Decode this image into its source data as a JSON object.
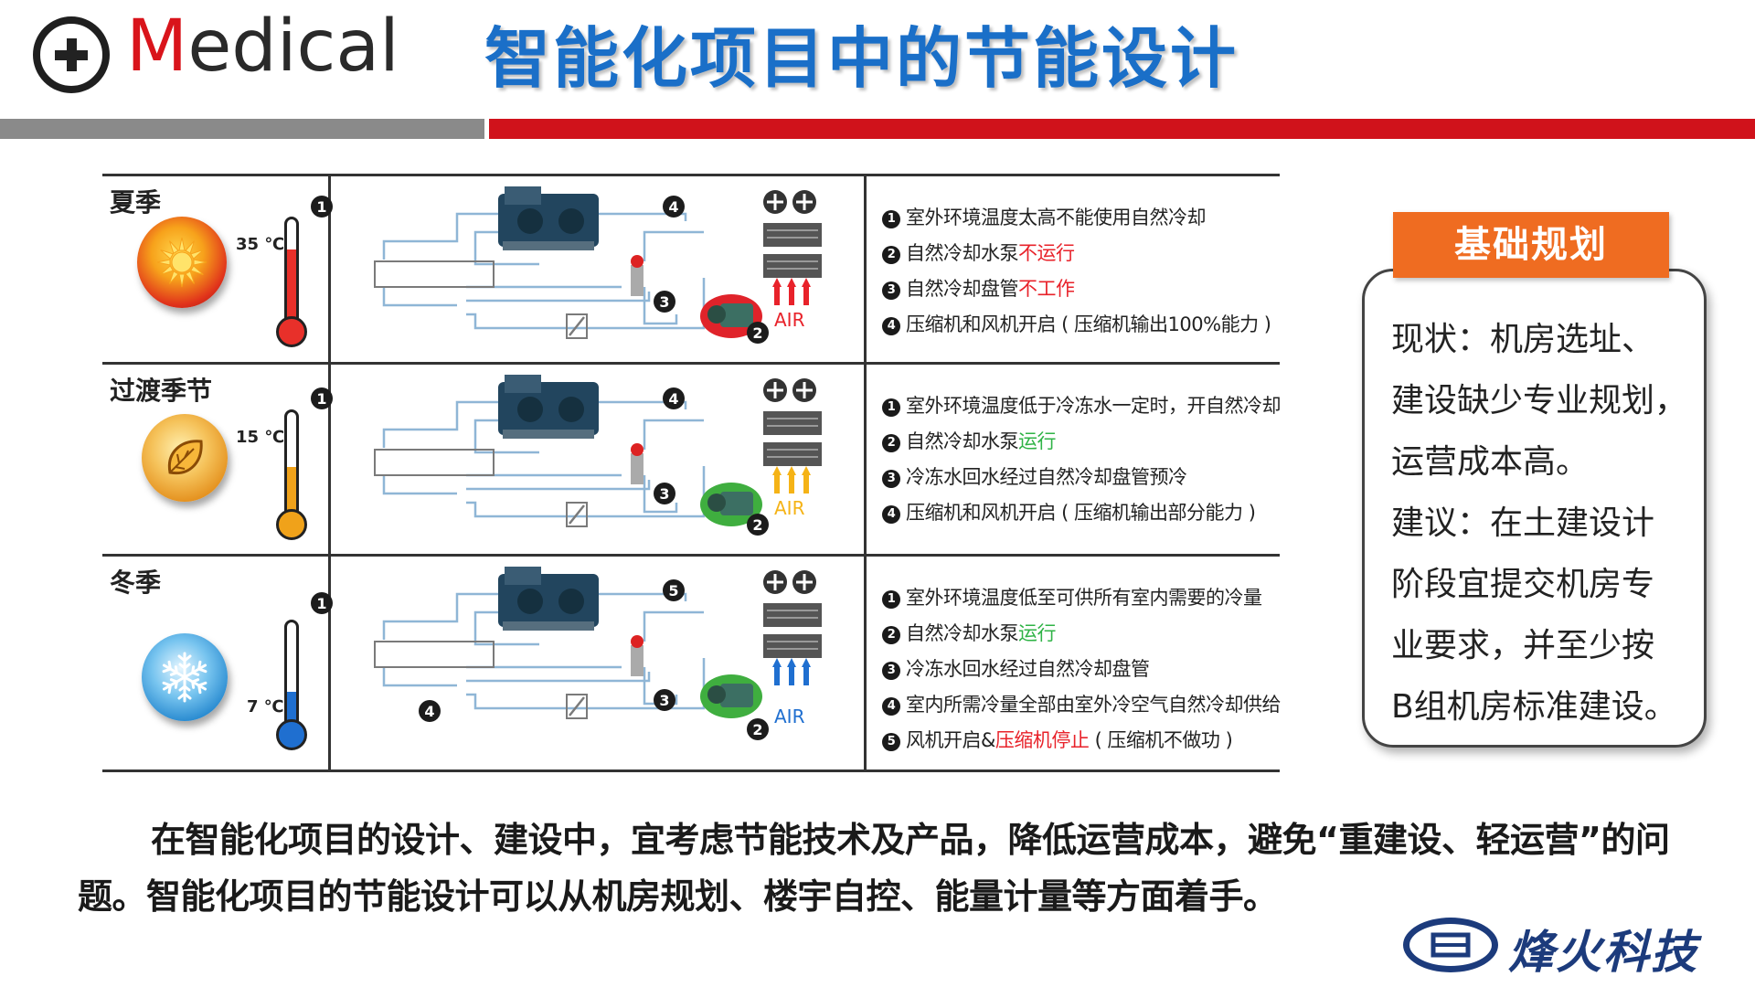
{
  "header": {
    "brand_initial": "M",
    "brand_rest": "edical",
    "title": "智能化项目中的节能设计"
  },
  "colors": {
    "brand_red": "#d0121b",
    "title_blue": "#1a6fc8",
    "panel_orange": "#ef6c21",
    "summer": "#e8302a",
    "transition": "#f0a21a",
    "winter": "#1f6fd0"
  },
  "rows": [
    {
      "season": "夏季",
      "temp": "35 ℃",
      "thermo_level": 0.7,
      "air_label": "AIR",
      "numbers": [
        "1",
        "4",
        "3",
        "2"
      ],
      "desc": [
        {
          "n": "1",
          "parts": [
            {
              "t": "室外环境温度太高不能使用自然冷却",
              "c": ""
            }
          ]
        },
        {
          "n": "2",
          "parts": [
            {
              "t": "自然冷却水泵",
              "c": ""
            },
            {
              "t": "不运行",
              "c": "red"
            }
          ]
        },
        {
          "n": "3",
          "parts": [
            {
              "t": "自然冷却盘管",
              "c": ""
            },
            {
              "t": "不工作",
              "c": "red"
            }
          ]
        },
        {
          "n": "4",
          "parts": [
            {
              "t": "压缩机和风机开启 ( 压缩机输出100%能力 )",
              "c": ""
            }
          ]
        }
      ]
    },
    {
      "season": "过渡季节",
      "temp": "15 ℃",
      "thermo_level": 0.45,
      "air_label": "AIR",
      "numbers": [
        "1",
        "4",
        "3",
        "2"
      ],
      "desc": [
        {
          "n": "1",
          "parts": [
            {
              "t": "室外环境温度低于冷冻水一定时，开自然冷却",
              "c": ""
            }
          ]
        },
        {
          "n": "2",
          "parts": [
            {
              "t": "自然冷却水泵",
              "c": ""
            },
            {
              "t": "运行",
              "c": "green"
            }
          ]
        },
        {
          "n": "3",
          "parts": [
            {
              "t": "冷冻水回水经过自然冷却盘管预冷",
              "c": ""
            }
          ]
        },
        {
          "n": "4",
          "parts": [
            {
              "t": "压缩机和风机开启 ( 压缩机输出部分能力 )",
              "c": ""
            }
          ]
        }
      ]
    },
    {
      "season": "冬季",
      "temp": "7 ℃",
      "thermo_level": 0.3,
      "air_label": "AIR",
      "numbers": [
        "1",
        "5",
        "3",
        "2",
        "4"
      ],
      "desc": [
        {
          "n": "1",
          "parts": [
            {
              "t": "室外环境温度低至可供所有室内需要的冷量",
              "c": ""
            }
          ]
        },
        {
          "n": "2",
          "parts": [
            {
              "t": "自然冷却水泵",
              "c": ""
            },
            {
              "t": "运行",
              "c": "green"
            }
          ]
        },
        {
          "n": "3",
          "parts": [
            {
              "t": "冷冻水回水经过自然冷却盘管",
              "c": ""
            }
          ]
        },
        {
          "n": "4",
          "parts": [
            {
              "t": "室内所需冷量全部由室外冷空气自然冷却供给",
              "c": ""
            }
          ]
        },
        {
          "n": "5",
          "parts": [
            {
              "t": "风机开启&",
              "c": ""
            },
            {
              "t": "压缩机停止",
              "c": "red"
            },
            {
              "t": " ( 压缩机不做功 )",
              "c": ""
            }
          ]
        }
      ]
    }
  ],
  "panel": {
    "title": "基础规划",
    "lines": [
      "现状：机房选址、",
      "建设缺少专业规划，",
      "运营成本高。",
      "建议：在土建设计",
      "阶段宜提交机房专",
      "业要求，并至少按",
      "B组机房标准建设。"
    ]
  },
  "paragraph": "在智能化项目的设计、建设中，宜考虑节能技术及产品，降低运营成本，避免“重建设、轻运营”的问题。智能化项目的节能设计可以从机房规划、楼宇自控、能量计量等方面着手。",
  "footer": {
    "company": "烽火科技"
  }
}
